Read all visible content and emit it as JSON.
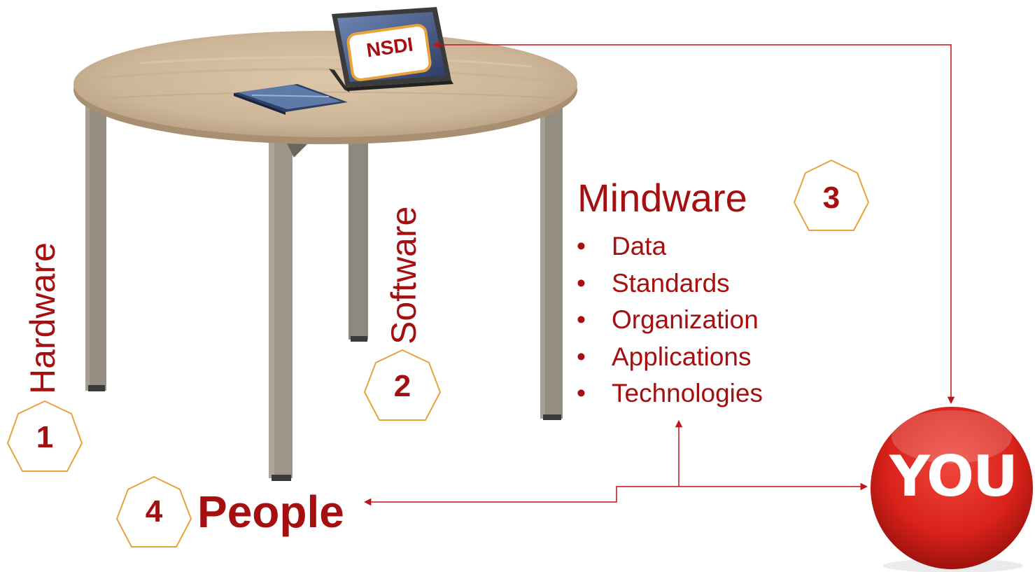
{
  "labels": {
    "hardware": "Hardware",
    "software": "Software",
    "mindware": "Mindware",
    "people": "People",
    "nsdi": "NSDI",
    "you": "YOU"
  },
  "numbers": {
    "n1": "1",
    "n2": "2",
    "n3": "3",
    "n4": "4"
  },
  "mindware_items": [
    "Data",
    "Standards",
    "Organization",
    "Applications",
    "Technologies"
  ],
  "bullet": "•",
  "colors": {
    "text": "#a50f0f",
    "arrow": "#c0141a",
    "heptagon_outline": "#e8a33a",
    "you_button": "#d8221a",
    "table_top": "#cdb597",
    "table_leg": "#8c8579"
  },
  "icons": [
    "table-image",
    "tablet-icon",
    "book-icon",
    "heptagon-badge",
    "you-button"
  ]
}
